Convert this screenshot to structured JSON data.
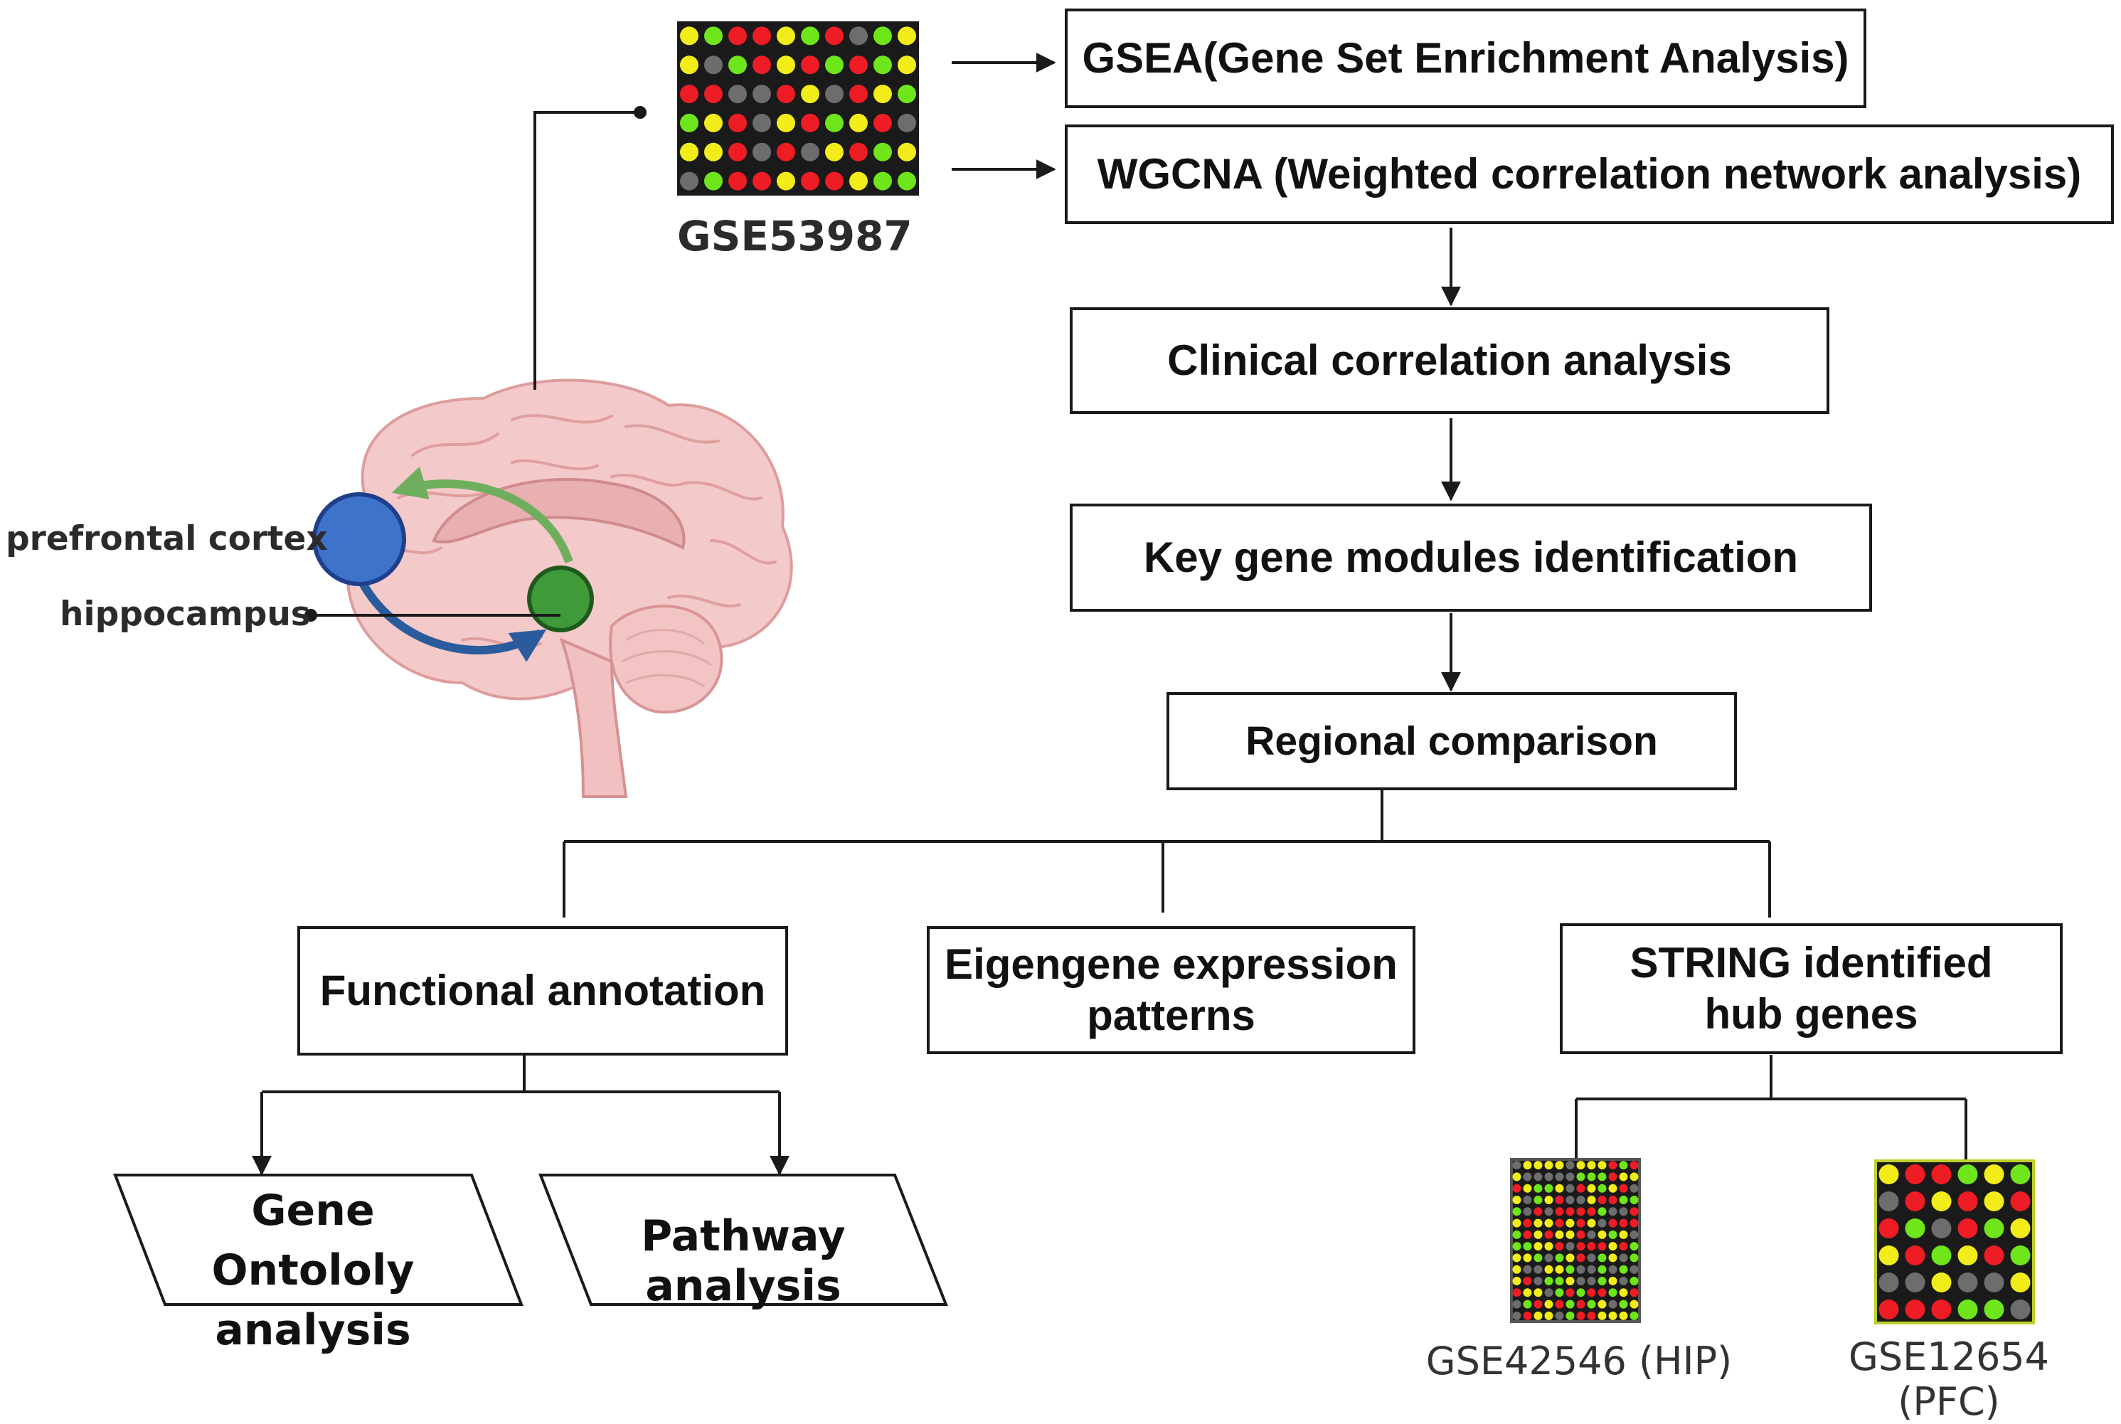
{
  "microarray": {
    "id": "GSE53987"
  },
  "brain": {
    "region_a": "prefrontal cortex",
    "region_b": "hippocampus"
  },
  "steps": {
    "gsea": "GSEA(Gene Set Enrichment Analysis)",
    "wgcna": "WGCNA (Weighted correlation network analysis)",
    "clinical": "Clinical correlation analysis",
    "key_modules": "Key gene modules identification",
    "regional": "Regional comparison",
    "functional": "Functional annotation",
    "eigengene": "Eigengene expression patterns",
    "string_hub": "STRING identified hub genes",
    "gene_ontology": "Gene Ontololy analysis",
    "pathway": "Pathway analysis"
  },
  "datasets": {
    "hip": "GSE42546 (HIP)",
    "pfc": "GSE12654 (PFC)"
  },
  "colors": {
    "red": "#ee1c24",
    "yellow": "#f2ed1a",
    "green": "#6ee61b",
    "grey": "#6d6d6d",
    "pfc_circle": "#3d73c9",
    "hip_circle": "#3f9a3a",
    "arrow_blue": "#2a5b9c",
    "arrow_green": "#6fae5d",
    "brain_pink": "#f3c6c6"
  }
}
